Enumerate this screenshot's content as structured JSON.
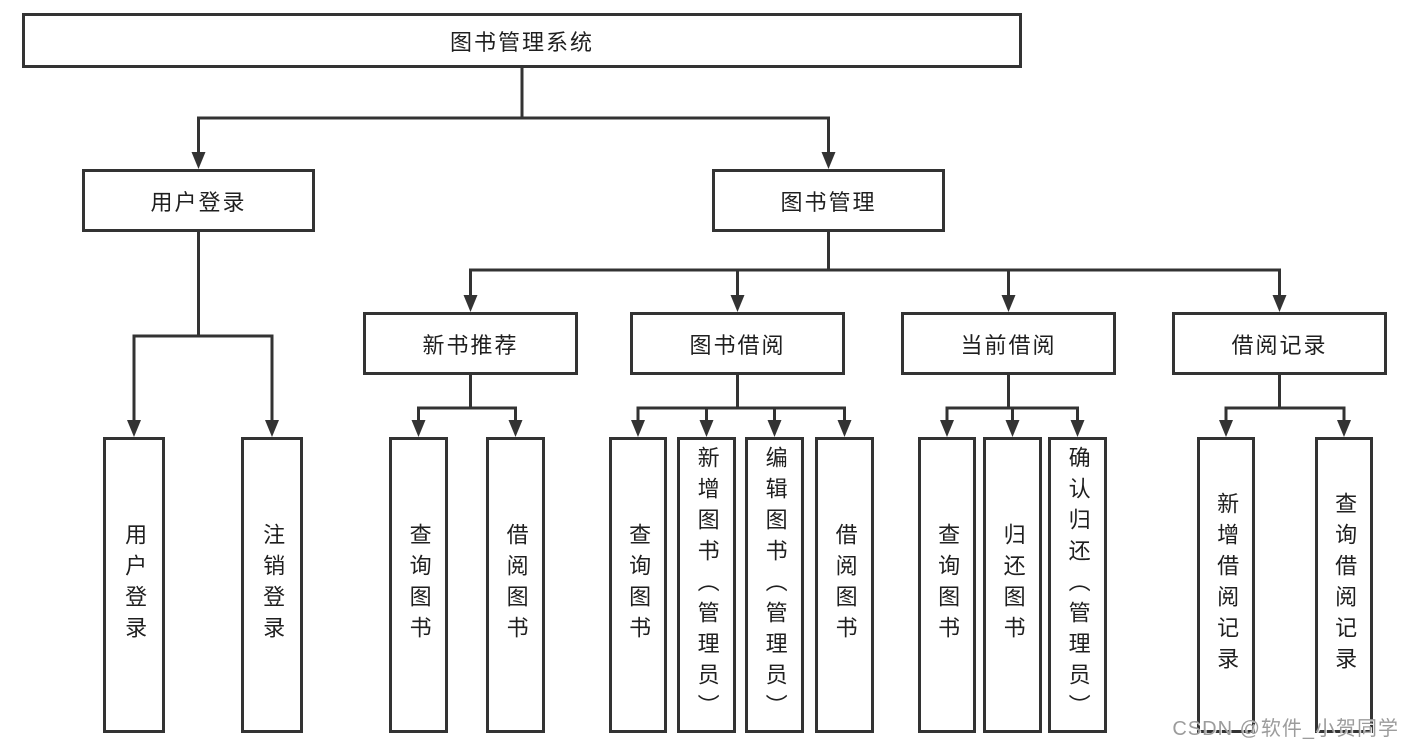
{
  "tree": {
    "root": {
      "label": "图书管理系统"
    },
    "children": [
      {
        "label": "用户登录",
        "children": [
          {
            "label": "用户登录"
          },
          {
            "label": "注销登录"
          }
        ]
      },
      {
        "label": "图书管理",
        "children": [
          {
            "label": "新书推荐",
            "children": [
              {
                "label": "查询图书"
              },
              {
                "label": "借阅图书"
              }
            ]
          },
          {
            "label": "图书借阅",
            "children": [
              {
                "label": "查询图书"
              },
              {
                "label": "新增图书（管理员）"
              },
              {
                "label": "编辑图书（管理员）"
              },
              {
                "label": "借阅图书"
              }
            ]
          },
          {
            "label": "当前借阅",
            "children": [
              {
                "label": "查询图书"
              },
              {
                "label": "归还图书"
              },
              {
                "label": "确认归还（管理员）"
              }
            ]
          },
          {
            "label": "借阅记录",
            "children": [
              {
                "label": "新增借阅记录"
              },
              {
                "label": "查询借阅记录"
              }
            ]
          }
        ]
      }
    ]
  },
  "watermark": {
    "text": "CSDN @软件_小贺同学"
  },
  "colors": {
    "line": "#333333",
    "box_border": "#333333",
    "text": "#1f1f1f",
    "background": "#ffffff",
    "watermark": "#9c9c9c"
  }
}
